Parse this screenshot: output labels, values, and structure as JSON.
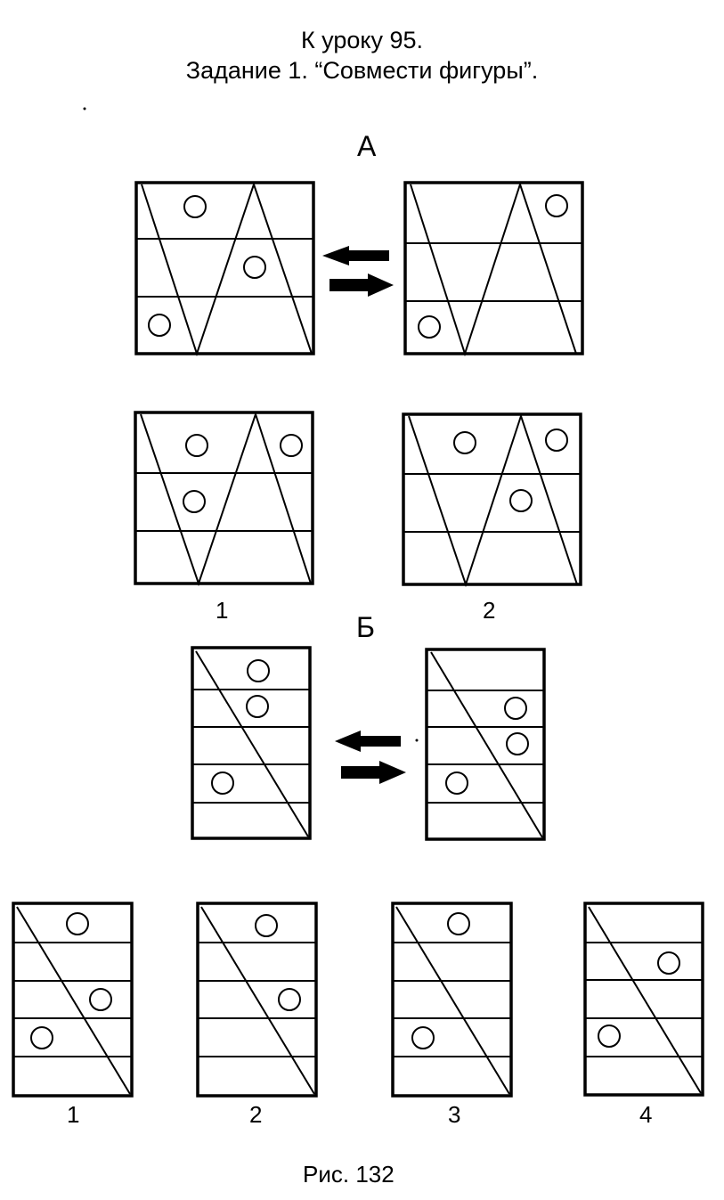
{
  "header": {
    "line1": "К уроку 95.",
    "line2": "Задание 1. “Совмести фигуры”."
  },
  "section_a": {
    "label": "А",
    "option_labels": [
      "1",
      "2"
    ]
  },
  "section_b": {
    "label": "Б",
    "option_labels": [
      "1",
      "2",
      "3",
      "4"
    ]
  },
  "caption": "Рис. 132",
  "icons": {
    "arrow_left": "arrow-left-icon",
    "arrow_right": "arrow-right-icon"
  },
  "colors": {
    "ink": "#000000",
    "paper": "#ffffff"
  }
}
